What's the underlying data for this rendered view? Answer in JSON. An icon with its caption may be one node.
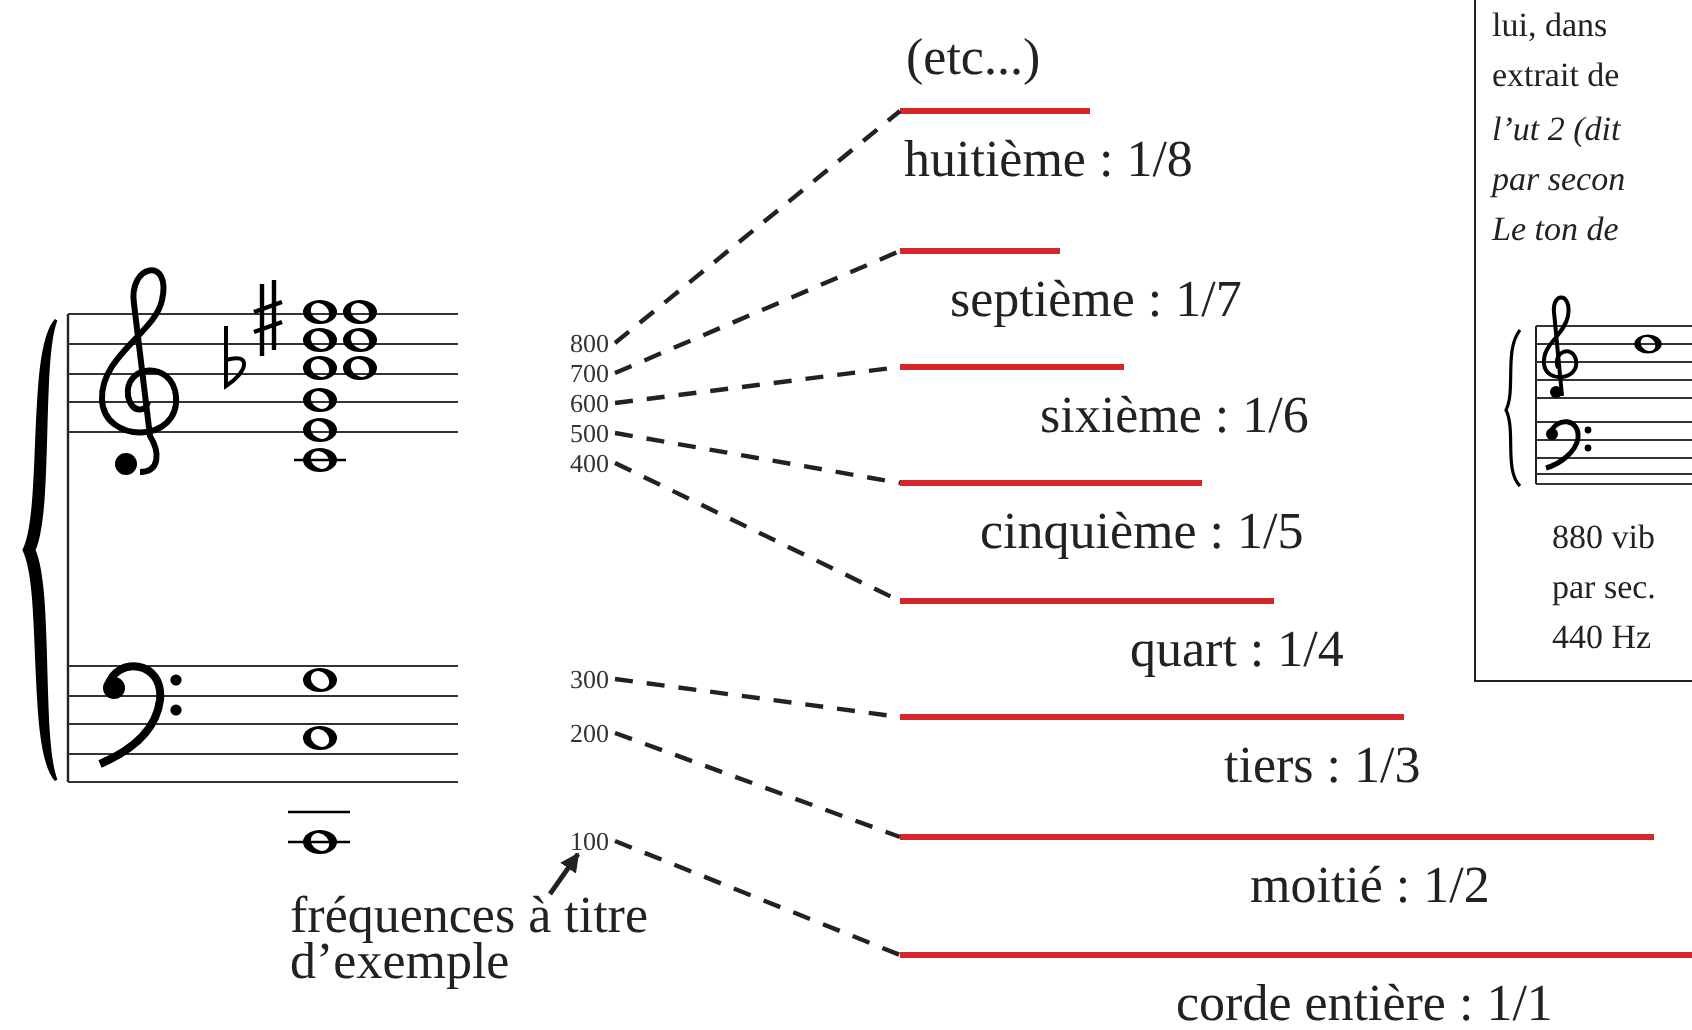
{
  "diagram": {
    "nodes": [
      {
        "text": [
          "lui, dans extrait de",
          "l’ut 2 (dit par secon Le ton de",
          "880 vib par sec. 440 Hz"
        ]
      },
      {
        "text": [
          "800"
        ]
      },
      {
        "text": [
          "700"
        ]
      },
      {
        "text": [
          "600"
        ]
      },
      {
        "text": [
          "500"
        ]
      },
      {
        "text": [
          "400"
        ]
      },
      {
        "text": [
          "300"
        ]
      },
      {
        "text": [
          "200"
        ]
      },
      {
        "text": [
          "100"
        ]
      },
      {
        "text": [
          "huitième : 1/8"
        ]
      },
      {
        "text": [
          "septième : 1/7"
        ]
      },
      {
        "text": [
          "sixième : 1/6"
        ]
      },
      {
        "text": [
          "cinquième : 1/5"
        ]
      },
      {
        "text": [
          "quart : 1/4"
        ]
      },
      {
        "text": [
          "tiers : 1/3"
        ]
      },
      {
        "text": [
          "moitié : 1/2"
        ]
      },
      {
        "text": [
          "corde entière : 1/1"
        ]
      },
      {
        "text": [
          "fréquences à titre d’exemple"
        ]
      }
    ],
    "edges": [
      {
        "from": 1,
        "to": 9,
        "arrow": "none",
        "style": "dashed"
      },
      {
        "from": 2,
        "to": 10,
        "arrow": "none",
        "style": "dashed"
      },
      {
        "from": 3,
        "to": 11,
        "arrow": "none",
        "style": "dashed"
      },
      {
        "from": 4,
        "to": 12,
        "arrow": "none",
        "style": "dashed"
      },
      {
        "from": 5,
        "to": 13,
        "arrow": "none",
        "style": "dashed"
      },
      {
        "from": 6,
        "to": 14,
        "arrow": "none",
        "style": "dashed"
      },
      {
        "from": 7,
        "to": 15,
        "arrow": "none",
        "style": "dashed"
      },
      {
        "from": 8,
        "to": 16,
        "arrow": "none",
        "style": "dashed"
      },
      {
        "from": 17,
        "to": 8,
        "arrow": "to"
      }
    ],
    "labels": [
      "(etc...)"
    ]
  }
}
